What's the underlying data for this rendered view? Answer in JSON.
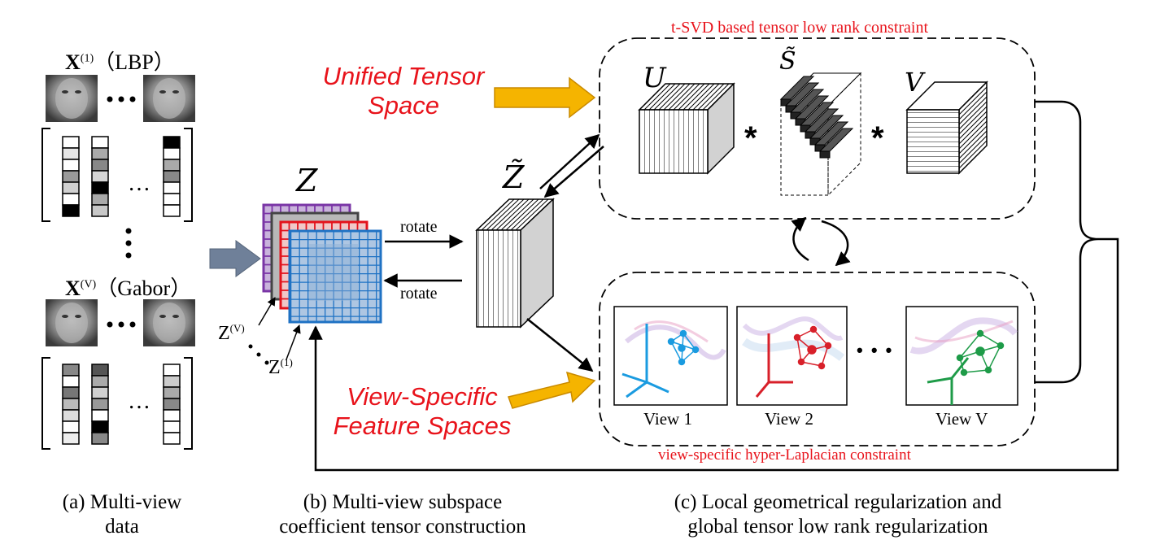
{
  "left_panel": {
    "x1_label": "X",
    "x1_sup": "(1)",
    "x1_feature": "（LBP）",
    "xv_label": "X",
    "xv_sup": "(V)",
    "xv_feature": "（Gabor）",
    "ellipsis": "…"
  },
  "middle_panel": {
    "z_symbol": "Z",
    "z_tilde_symbol": "Z̃",
    "rotate_top": "rotate",
    "rotate_bottom": "rotate",
    "zv_label": "Z",
    "zv_sup": "(V)",
    "z1_label": "Z",
    "z1_sup": "(1)"
  },
  "callouts": {
    "unified_line1": "Unified Tensor",
    "unified_line2": "Space",
    "specific_line1": "View-Specific",
    "specific_line2": "Feature Spaces"
  },
  "tensor_box": {
    "title": "t-SVD based tensor low rank constraint",
    "u_symbol": "U",
    "s_symbol": "S̃",
    "v_symbol": "V",
    "star": "*"
  },
  "views_box": {
    "title": "view-specific hyper-Laplacian constraint",
    "view1": "View 1",
    "view2": "View 2",
    "viewV": "View V",
    "dots": "• • •"
  },
  "captions": {
    "a_line1": "(a) Multi-view",
    "a_line2": "data",
    "b_line1": "(b) Multi-view subspace",
    "b_line2": "coefficient tensor construction",
    "c_line1": "(c) Local geometrical regularization and",
    "c_line2": "global tensor low rank regularization"
  },
  "colors": {
    "callout_red": "#e8131b",
    "arrow_fill": "#f5b400",
    "slice_purple": "#7a35a6",
    "slice_red": "#e3131c",
    "slice_blue": "#1f72c4",
    "view1_accent": "#1a9be0",
    "view2_accent": "#d8202a",
    "viewV_accent": "#1e9b48"
  }
}
